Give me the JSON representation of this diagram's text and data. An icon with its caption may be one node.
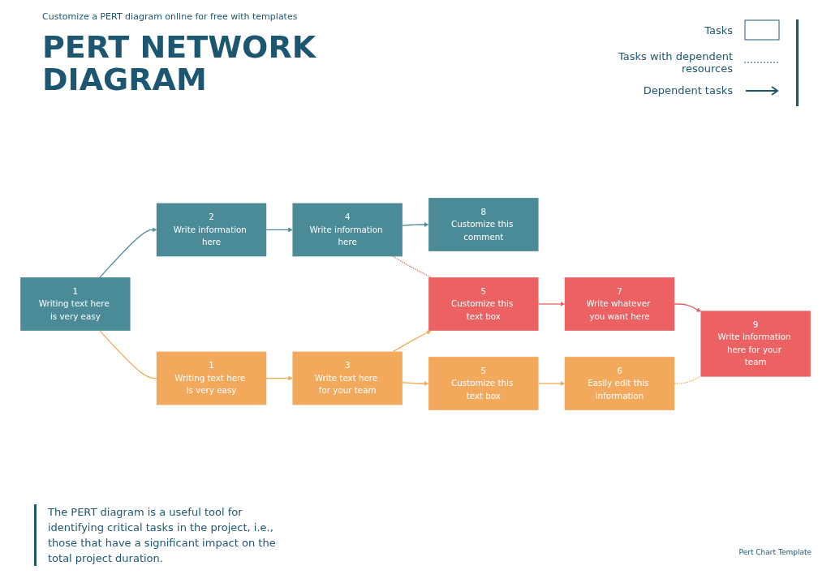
{
  "diagram": {
    "title": "PERT NETWORK DIAGRAM",
    "nodes": [
      {
        "text": [
          "1",
          "Writing text here is very easy"
        ]
      },
      {
        "text": [
          "2",
          "Write information here"
        ]
      },
      {
        "text": [
          "4",
          "Write information here"
        ]
      },
      {
        "text": [
          "8",
          "Customize this comment"
        ]
      },
      {
        "text": [
          "5",
          "Customize this text box"
        ]
      },
      {
        "text": [
          "7",
          "Write whatever you want here"
        ]
      },
      {
        "text": [
          "9",
          "Write information here for your team"
        ]
      },
      {
        "text": [
          "1",
          "Writing text here is very easy"
        ]
      },
      {
        "text": [
          "3",
          "Write text here for your team"
        ]
      },
      {
        "text": [
          "5",
          "Customize this text box"
        ]
      },
      {
        "text": [
          "6",
          "Easily edit this information"
        ]
      }
    ],
    "edges": [
      {
        "from": 0,
        "to": 1,
        "arrow": "to",
        "color": "#4a8b97"
      },
      {
        "from": 1,
        "to": 2,
        "arrow": "to",
        "color": "#4a8b97"
      },
      {
        "from": 2,
        "to": 3,
        "arrow": "to",
        "color": "#4a8b97"
      },
      {
        "from": 0,
        "to": 7,
        "arrow": "none"
      },
      {
        "from": 2,
        "to": 4,
        "arrow": "none",
        "style": "dashed",
        "color": "#e85f5f"
      },
      {
        "from": 4,
        "to": 5,
        "arrow": "to",
        "color": "#e85f5f"
      },
      {
        "from": 5,
        "to": 6,
        "arrow": "to",
        "color": "#e85f5f"
      },
      {
        "from": 7,
        "to": 8,
        "arrow": "to"
      },
      {
        "from": 8,
        "to": 4,
        "arrow": "to"
      },
      {
        "from": 8,
        "to": 9,
        "arrow": "to"
      },
      {
        "from": 9,
        "to": 10,
        "arrow": "to"
      },
      {
        "from": 10,
        "to": 6,
        "arrow": "none",
        "style": "dashed"
      }
    ],
    "labels": [
      "Customize a PERT diagram online for free with templates",
      "The PERT diagram is a useful tool for identifying critical tasks in the project, i.e., those that have a significant impact on the total project duration.",
      "Pert Chart Template"
    ],
    "legend": [
      {
        "text": "Tasks"
      },
      {
        "text": "Tasks with dependent resources"
      },
      {
        "text": "Dependent tasks"
      }
    ]
  }
}
